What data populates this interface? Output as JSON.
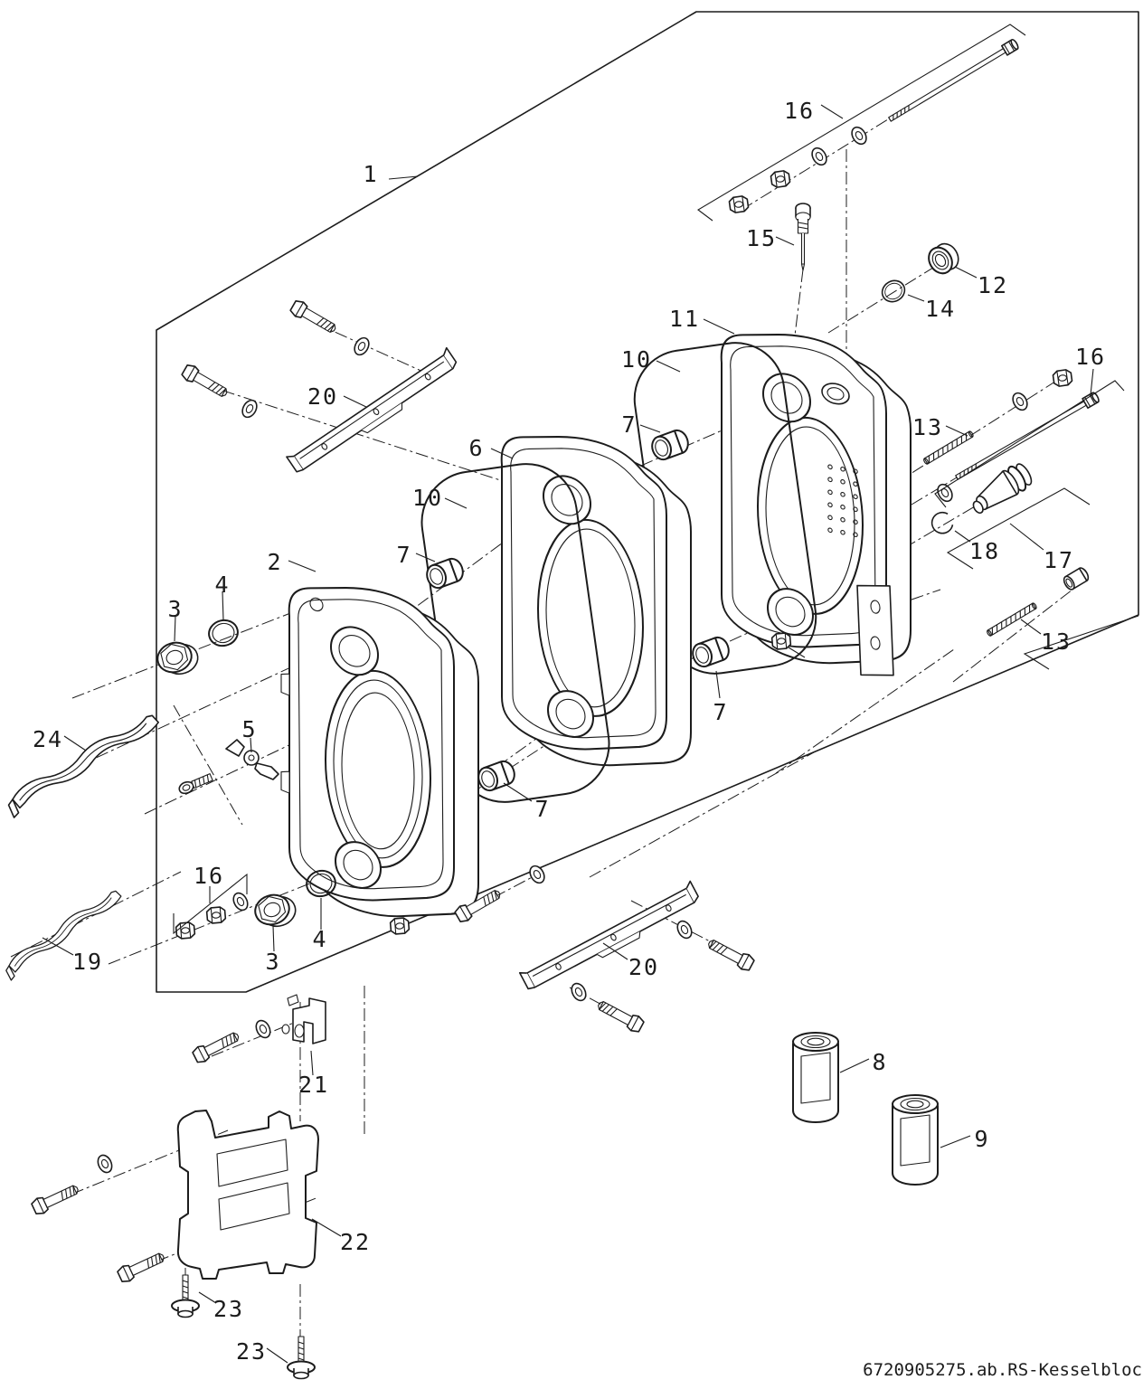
{
  "diagram": {
    "type": "exploded-parts-diagram",
    "subject": "boiler block sections with fasteners",
    "drawing_number": "6720905275.ab.RS-Kesselbloc",
    "callouts": [
      {
        "part": "1"
      },
      {
        "part": "16"
      },
      {
        "part": "15"
      },
      {
        "part": "12"
      },
      {
        "part": "14"
      },
      {
        "part": "11"
      },
      {
        "part": "10"
      },
      {
        "part": "16"
      },
      {
        "part": "7"
      },
      {
        "part": "6"
      },
      {
        "part": "20"
      },
      {
        "part": "13"
      },
      {
        "part": "10"
      },
      {
        "part": "2"
      },
      {
        "part": "7"
      },
      {
        "part": "4"
      },
      {
        "part": "3"
      },
      {
        "part": "18"
      },
      {
        "part": "17"
      },
      {
        "part": "13"
      },
      {
        "part": "7"
      },
      {
        "part": "24"
      },
      {
        "part": "5"
      },
      {
        "part": "7"
      },
      {
        "part": "16"
      },
      {
        "part": "4"
      },
      {
        "part": "3"
      },
      {
        "part": "19"
      },
      {
        "part": "20"
      },
      {
        "part": "21"
      },
      {
        "part": "8"
      },
      {
        "part": "9"
      },
      {
        "part": "22"
      },
      {
        "part": "23"
      },
      {
        "part": "23"
      }
    ]
  }
}
